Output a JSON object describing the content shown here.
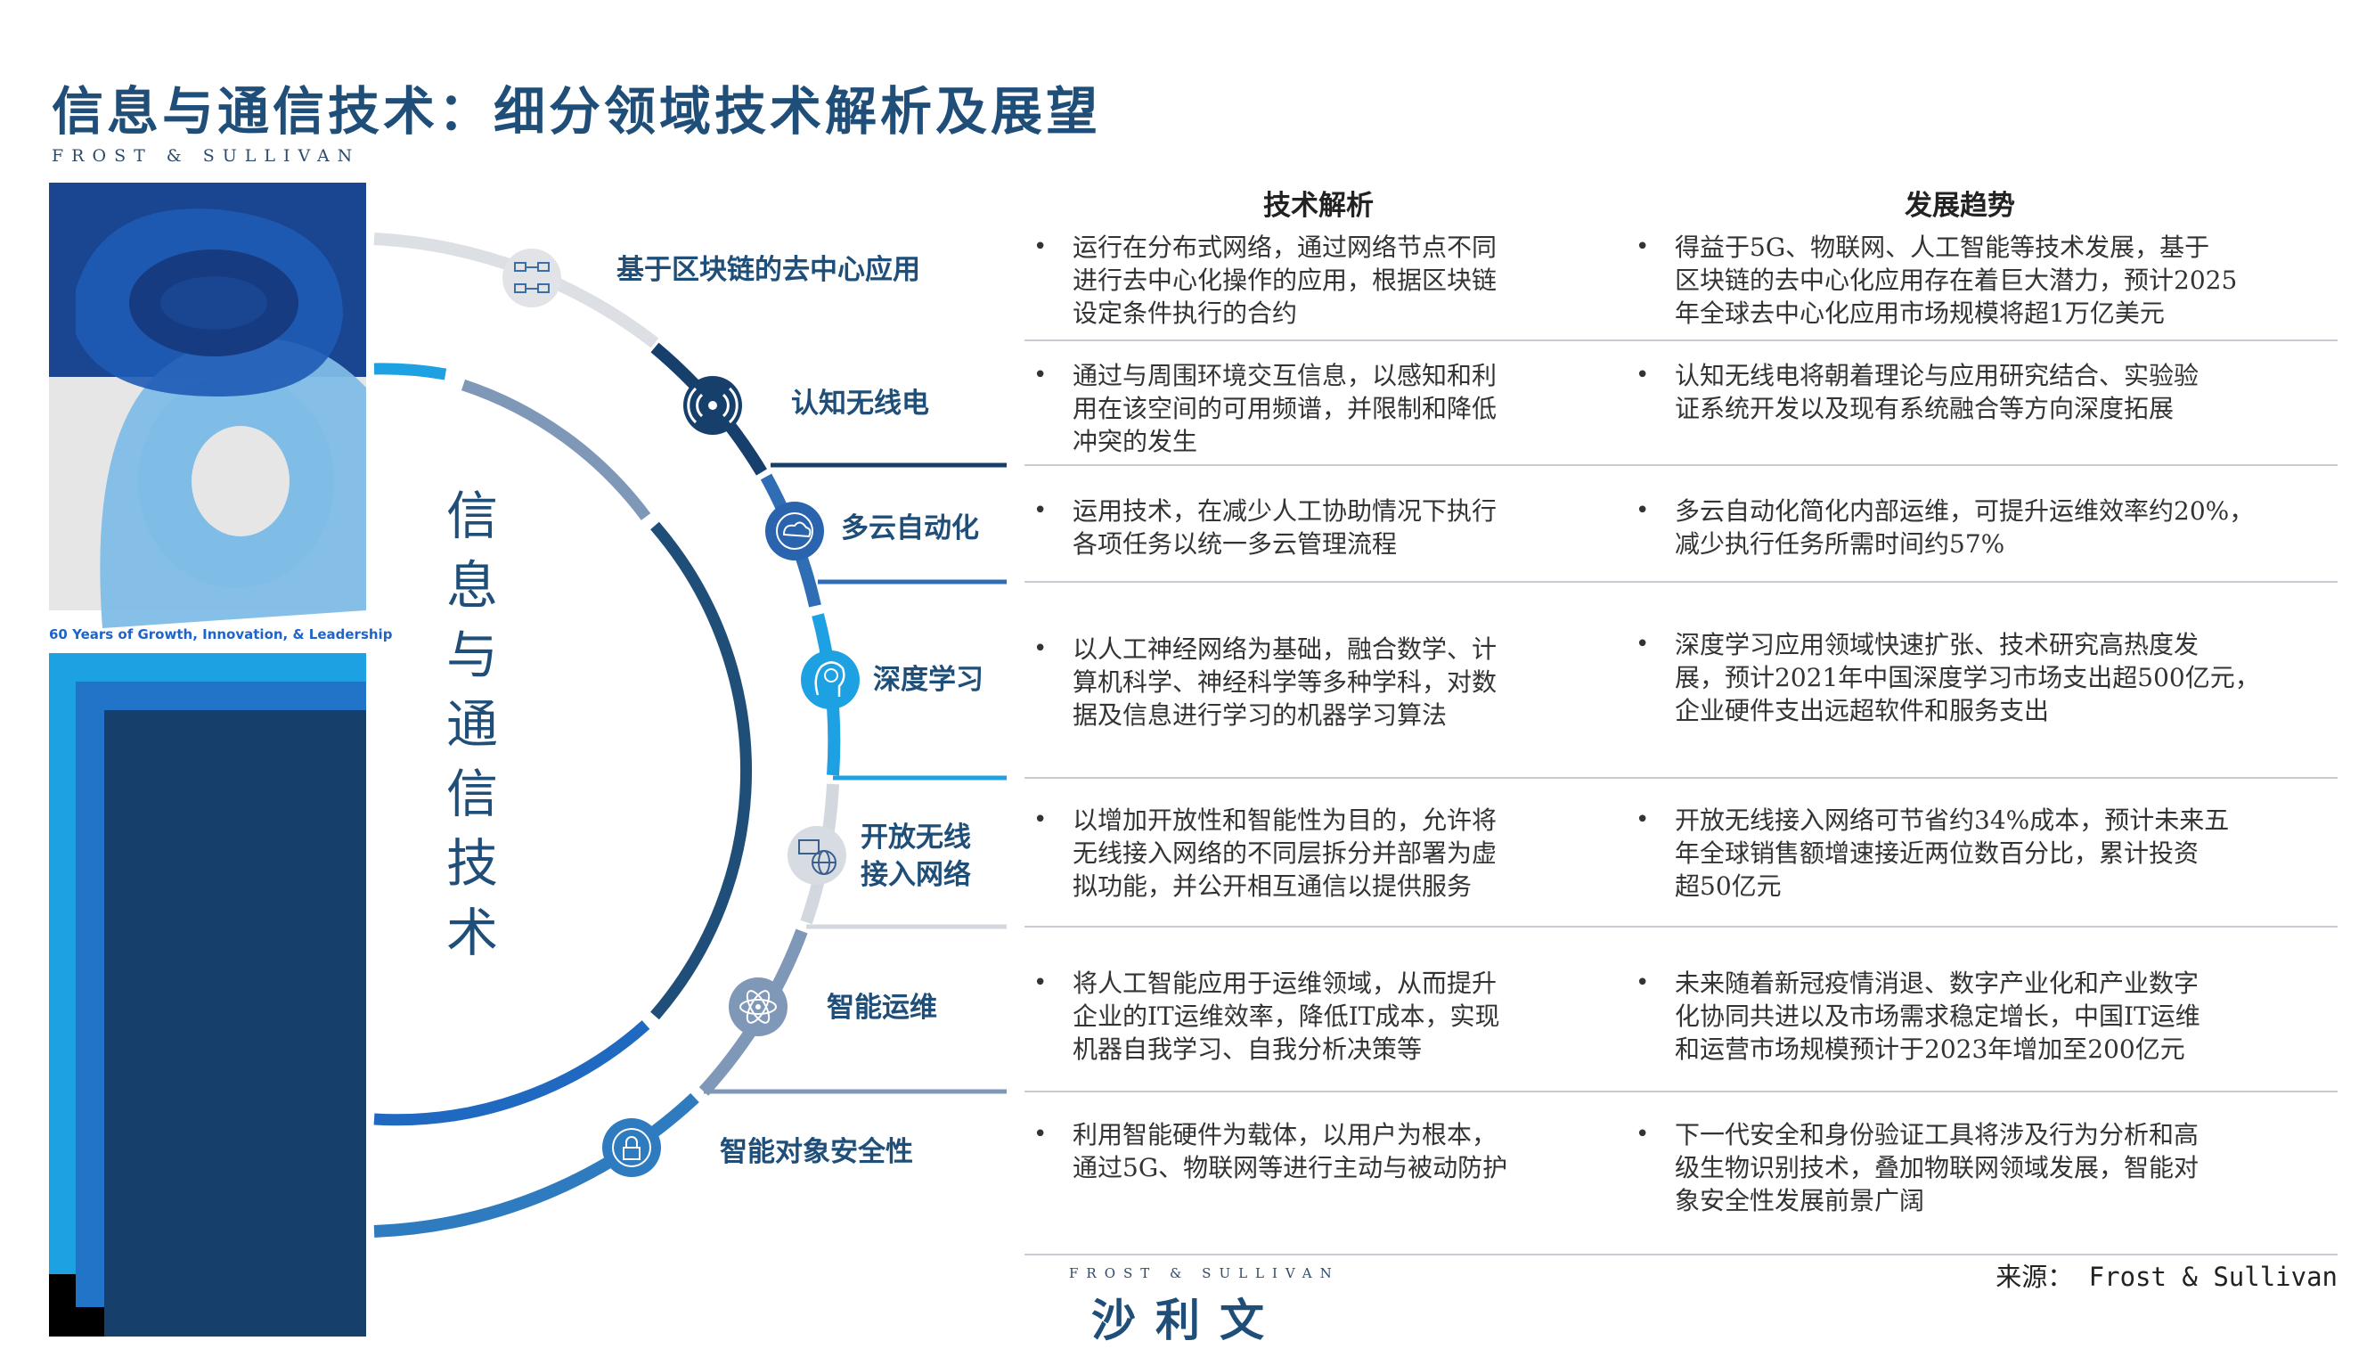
{
  "title": "信息与通信技术：细分领域技术解析及展望",
  "brand_small": "FROST & SULLIVAN",
  "tagline": "60 Years of Growth, Innovation, & Leadership",
  "vertical_title": [
    "信",
    "息",
    "与",
    "通",
    "信",
    "技",
    "术"
  ],
  "headers": {
    "analysis": "技术解析",
    "trend": "发展趋势"
  },
  "bullet": "•",
  "rows": [
    {
      "tech": [
        "基于区块链的去中心应用"
      ],
      "icon": "blockchain-icon",
      "analysis": [
        "运行在分布式网络，通过网络节点不同",
        "进行去中心化操作的应用，根据区块链",
        "设定条件执行的合约"
      ],
      "trend": [
        "得益于5G、物联网、人工智能等技术发展，基于",
        "区块链的去中心化应用存在着巨大潜力，预计2025",
        "年全球去中心化应用市场规模将超1万亿美元"
      ]
    },
    {
      "tech": [
        "认知无线电"
      ],
      "icon": "wireless-signal-icon",
      "analysis": [
        "通过与周围环境交互信息，以感知和利",
        "用在该空间的可用频谱，并限制和降低",
        "冲突的发生"
      ],
      "trend": [
        "认知无线电将朝着理论与应用研究结合、实验验",
        "证系统开发以及现有系统融合等方向深度拓展"
      ]
    },
    {
      "tech": [
        "多云自动化"
      ],
      "icon": "multi-cloud-icon",
      "analysis": [
        "运用技术，在减少人工协助情况下执行",
        "各项任务以统一多云管理流程"
      ],
      "trend": [
        "多云自动化简化内部运维，可提升运维效率约20%，",
        "减少执行任务所需时间约57%"
      ]
    },
    {
      "tech": [
        "深度学习"
      ],
      "icon": "brain-head-icon",
      "analysis": [
        "以人工神经网络为基础，融合数学、计",
        "算机科学、神经科学等多种学科，对数",
        "据及信息进行学习的机器学习算法"
      ],
      "trend": [
        "深度学习应用领域快速扩张、技术研究高热度发",
        "展，预计2021年中国深度学习市场支出超500亿元，",
        "企业硬件支出远超软件和服务支出"
      ]
    },
    {
      "tech": [
        "开放无线",
        "接入网络"
      ],
      "icon": "network-globe-icon",
      "analysis": [
        "以增加开放性和智能性为目的，允许将",
        "无线接入网络的不同层拆分并部署为虚",
        "拟功能，并公开相互通信以提供服务"
      ],
      "trend": [
        "开放无线接入网络可节省约34%成本，预计未来五",
        "年全球销售额增速接近两位数百分比，累计投资",
        "超50亿元"
      ]
    },
    {
      "tech": [
        "智能运维"
      ],
      "icon": "atom-icon",
      "analysis": [
        "将人工智能应用于运维领域，从而提升",
        "企业的IT运维效率，降低IT成本，实现",
        "机器自我学习、自我分析决策等"
      ],
      "trend": [
        "未来随着新冠疫情消退、数字产业化和产业数字",
        "化协同共进以及市场需求稳定增长，中国IT运维",
        "和运营市场规模预计于2023年增加至200亿元"
      ]
    },
    {
      "tech": [
        "智能对象安全性"
      ],
      "icon": "security-lock-icon",
      "analysis": [
        "利用智能硬件为载体，以用户为根本，",
        "通过5G、物联网等进行主动与被动防护"
      ],
      "trend": [
        "下一代安全和身份验证工具将涉及行为分析和高",
        "级生物识别技术，叠加物联网领域发展，智能对",
        "象安全性发展前景广阔"
      ]
    }
  ],
  "source": "来源： Frost & Sullivan",
  "logo_en": "FROST & SULLIVAN",
  "logo_cn": "沙利文",
  "colors": {
    "navy": "#1f4e79",
    "dark": "#173f6b",
    "mid": "#2f6db5",
    "cyan": "#1da1e2",
    "grey": "#d3d7de",
    "slate": "#7f98b8"
  }
}
